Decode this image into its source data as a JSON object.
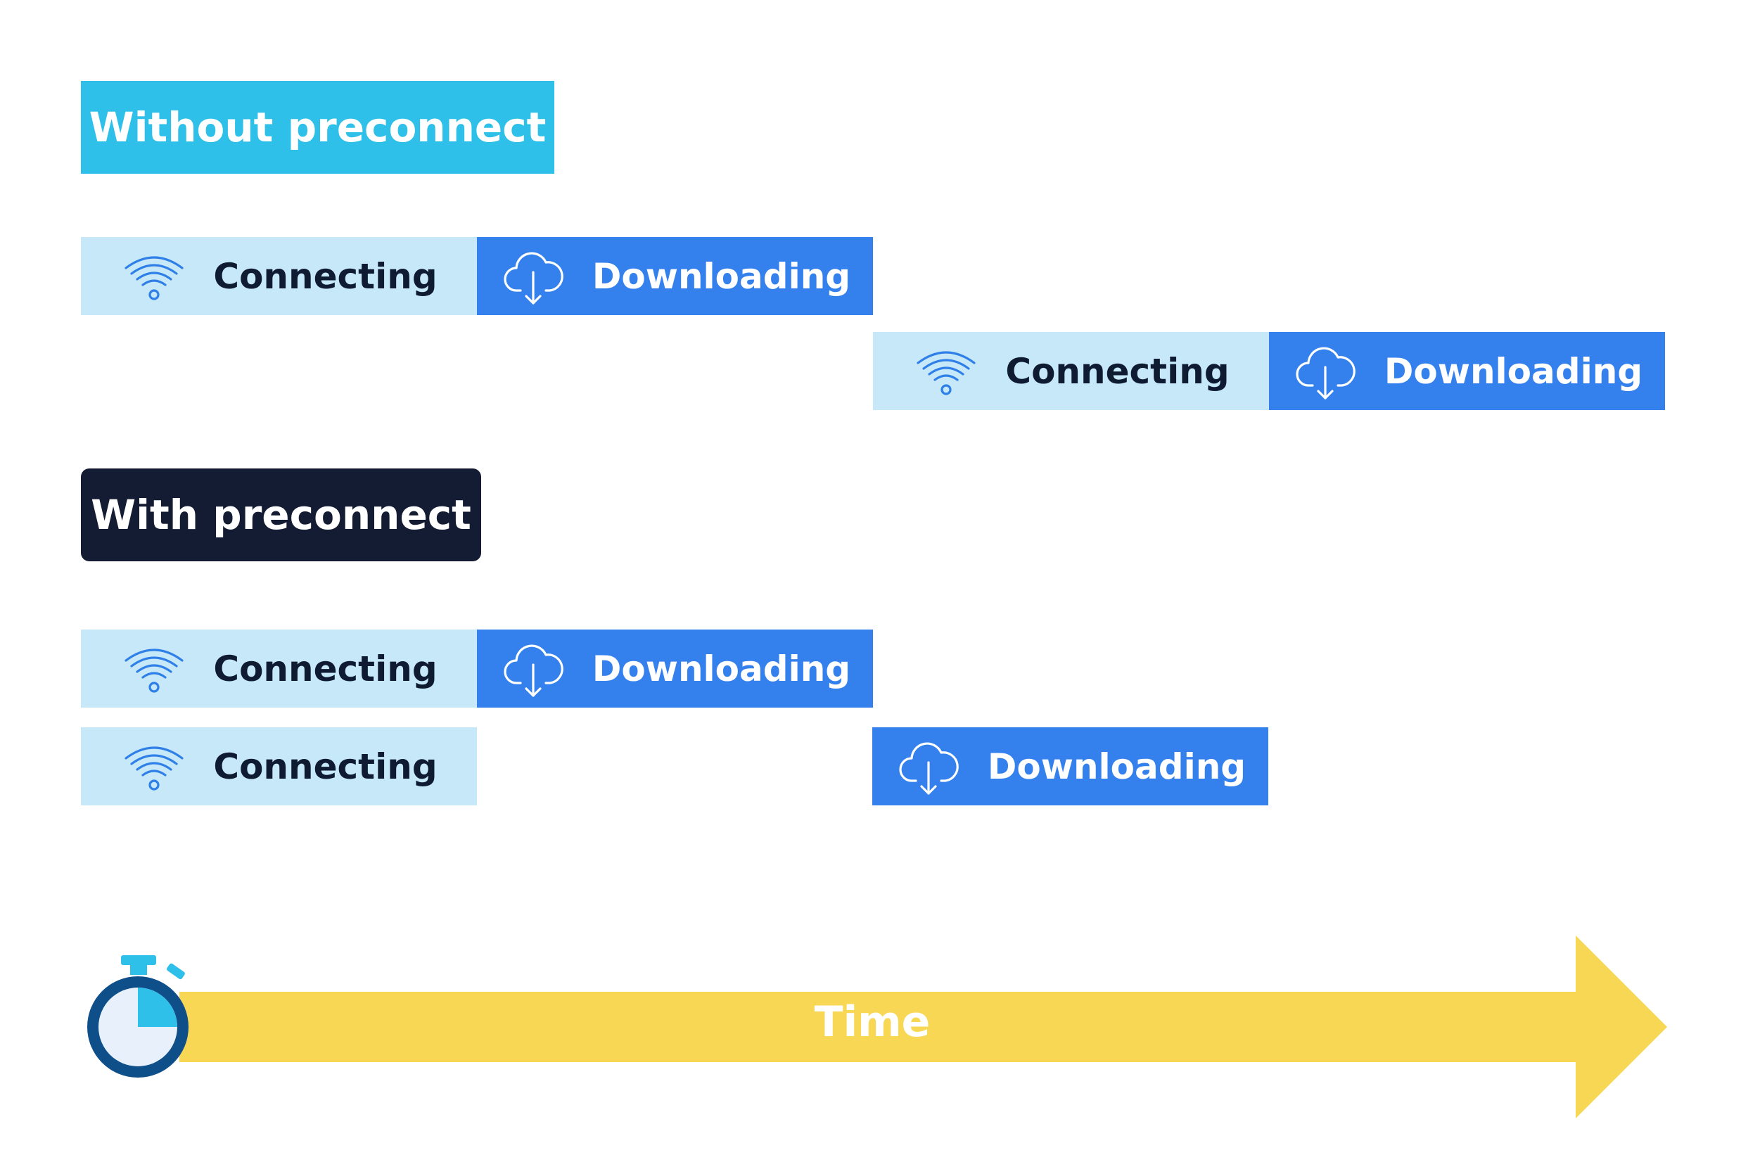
{
  "colors": {
    "accent_cyan": "#2fc0ea",
    "dark_navy": "#141c33",
    "connect_bg": "#c6e8f9",
    "download_bg": "#3481ee",
    "icon_stroke_connect": "#2f7fe8",
    "time_arrow": "#f8d755",
    "stopwatch_ring": "#0e4f8a",
    "stopwatch_face": "#e8f1fb"
  },
  "sections": {
    "without": {
      "label": "Without preconnect"
    },
    "with": {
      "label": "With preconnect"
    }
  },
  "segments": {
    "connect_label": "Connecting",
    "download_label": "Downloading",
    "connect_icon": "wifi-icon",
    "download_icon": "cloud-download-icon"
  },
  "timeline": {
    "label": "Time",
    "icon": "stopwatch-icon"
  }
}
